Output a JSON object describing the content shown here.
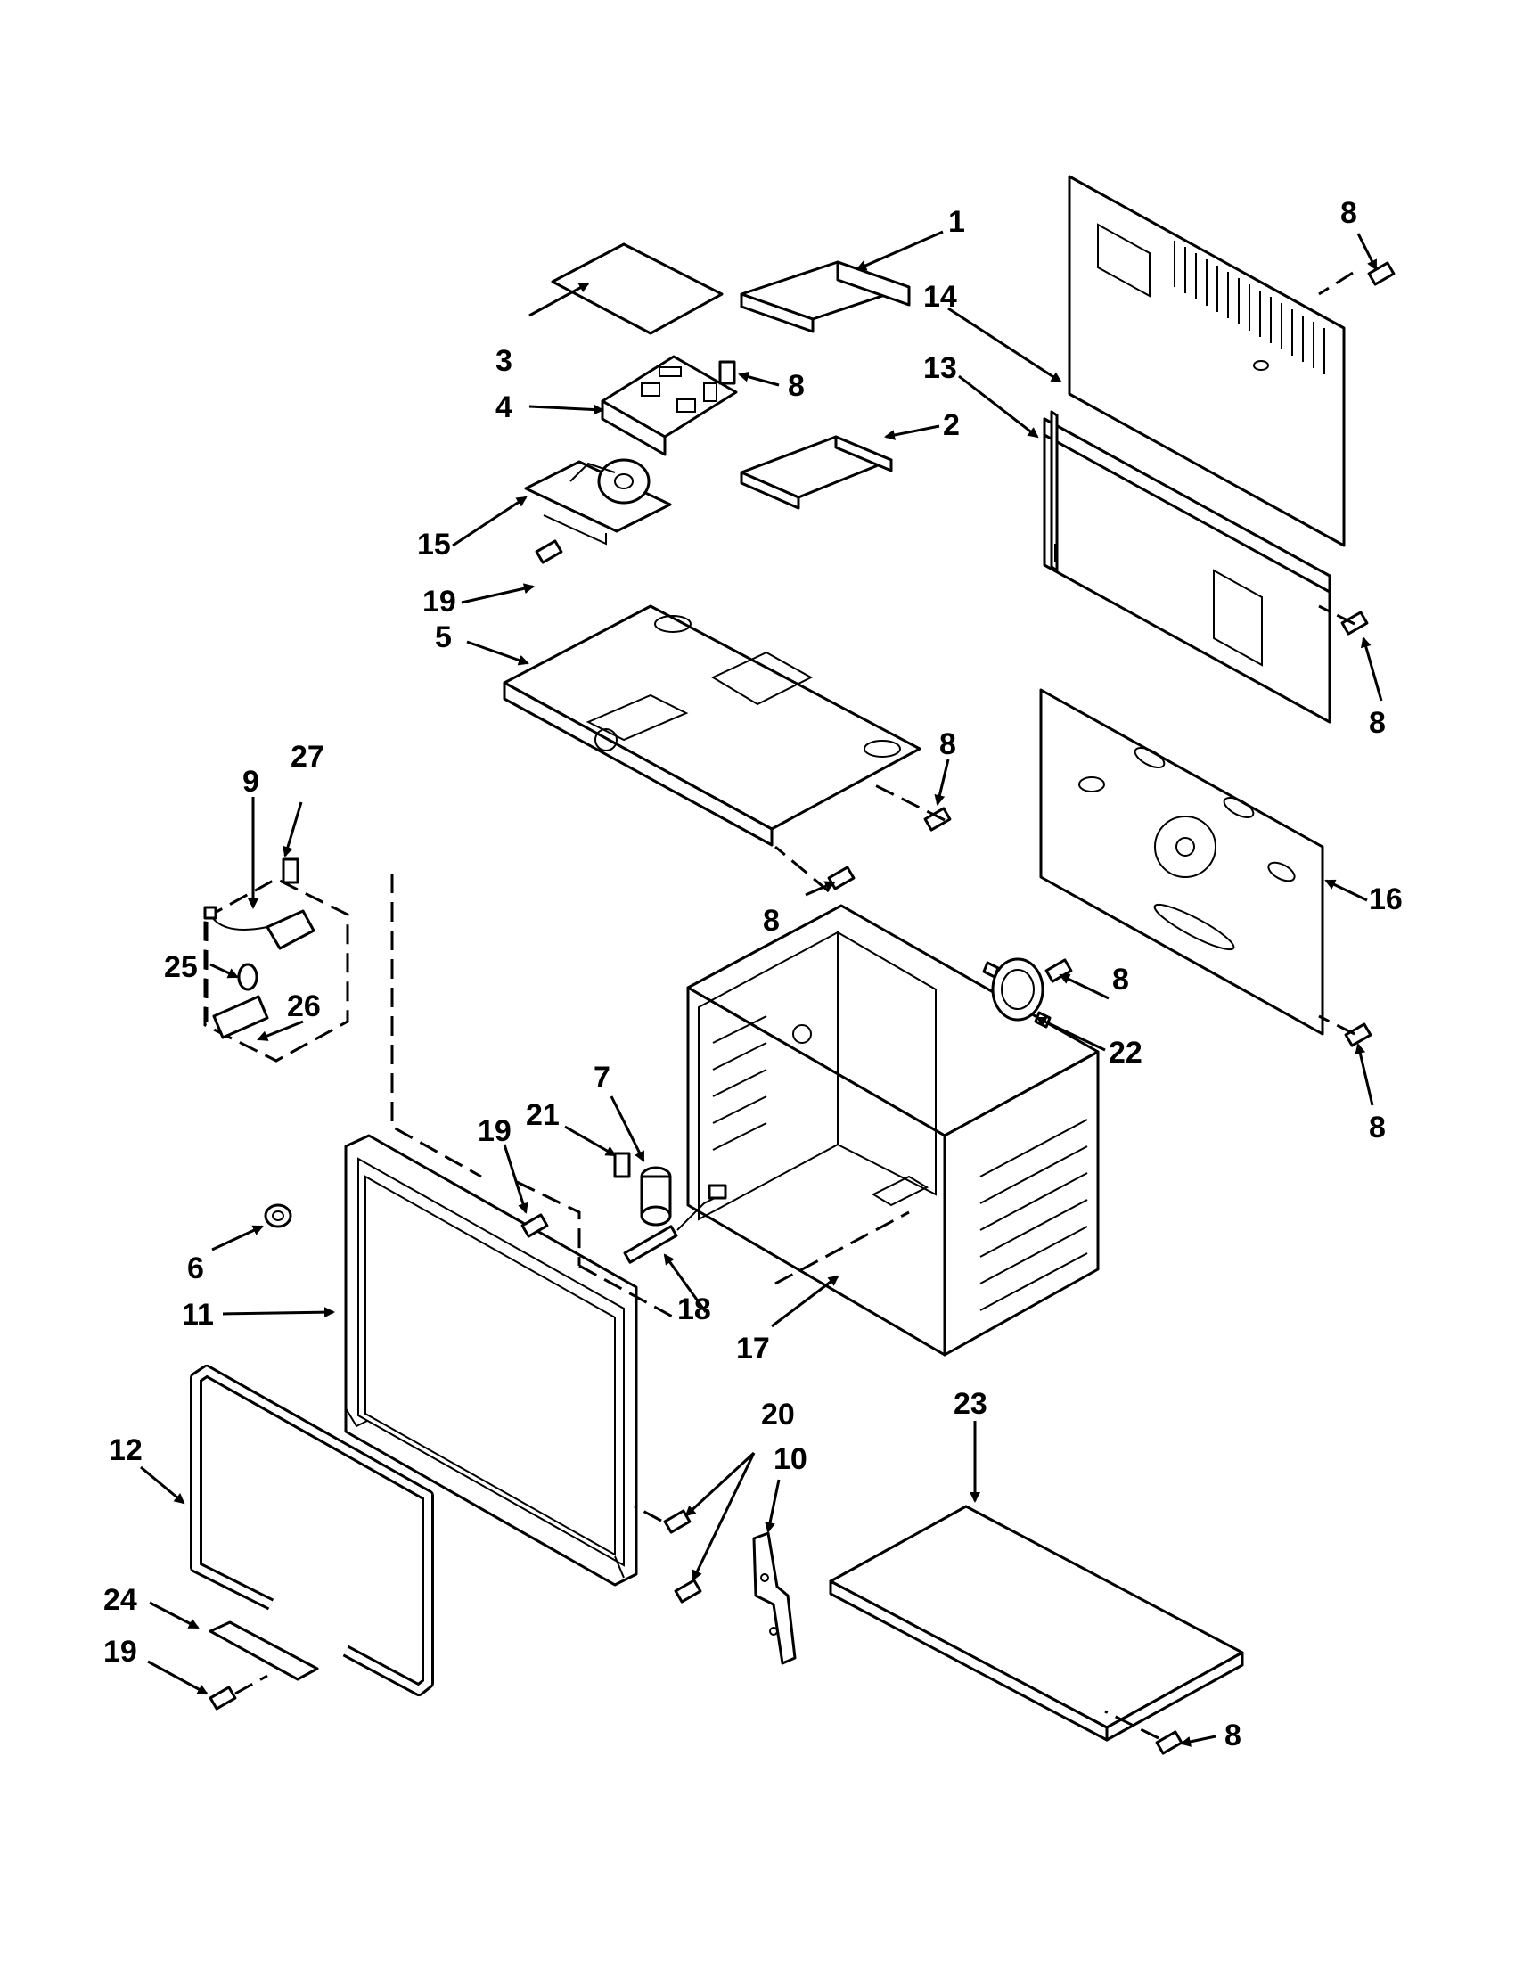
{
  "diagram": {
    "callouts": [
      "1",
      "2",
      "3",
      "4",
      "5",
      "6",
      "7",
      "8",
      "9",
      "10",
      "11",
      "12",
      "13",
      "14",
      "15",
      "16",
      "17",
      "18",
      "19",
      "20",
      "21",
      "22",
      "23",
      "24",
      "25",
      "26",
      "27"
    ]
  }
}
